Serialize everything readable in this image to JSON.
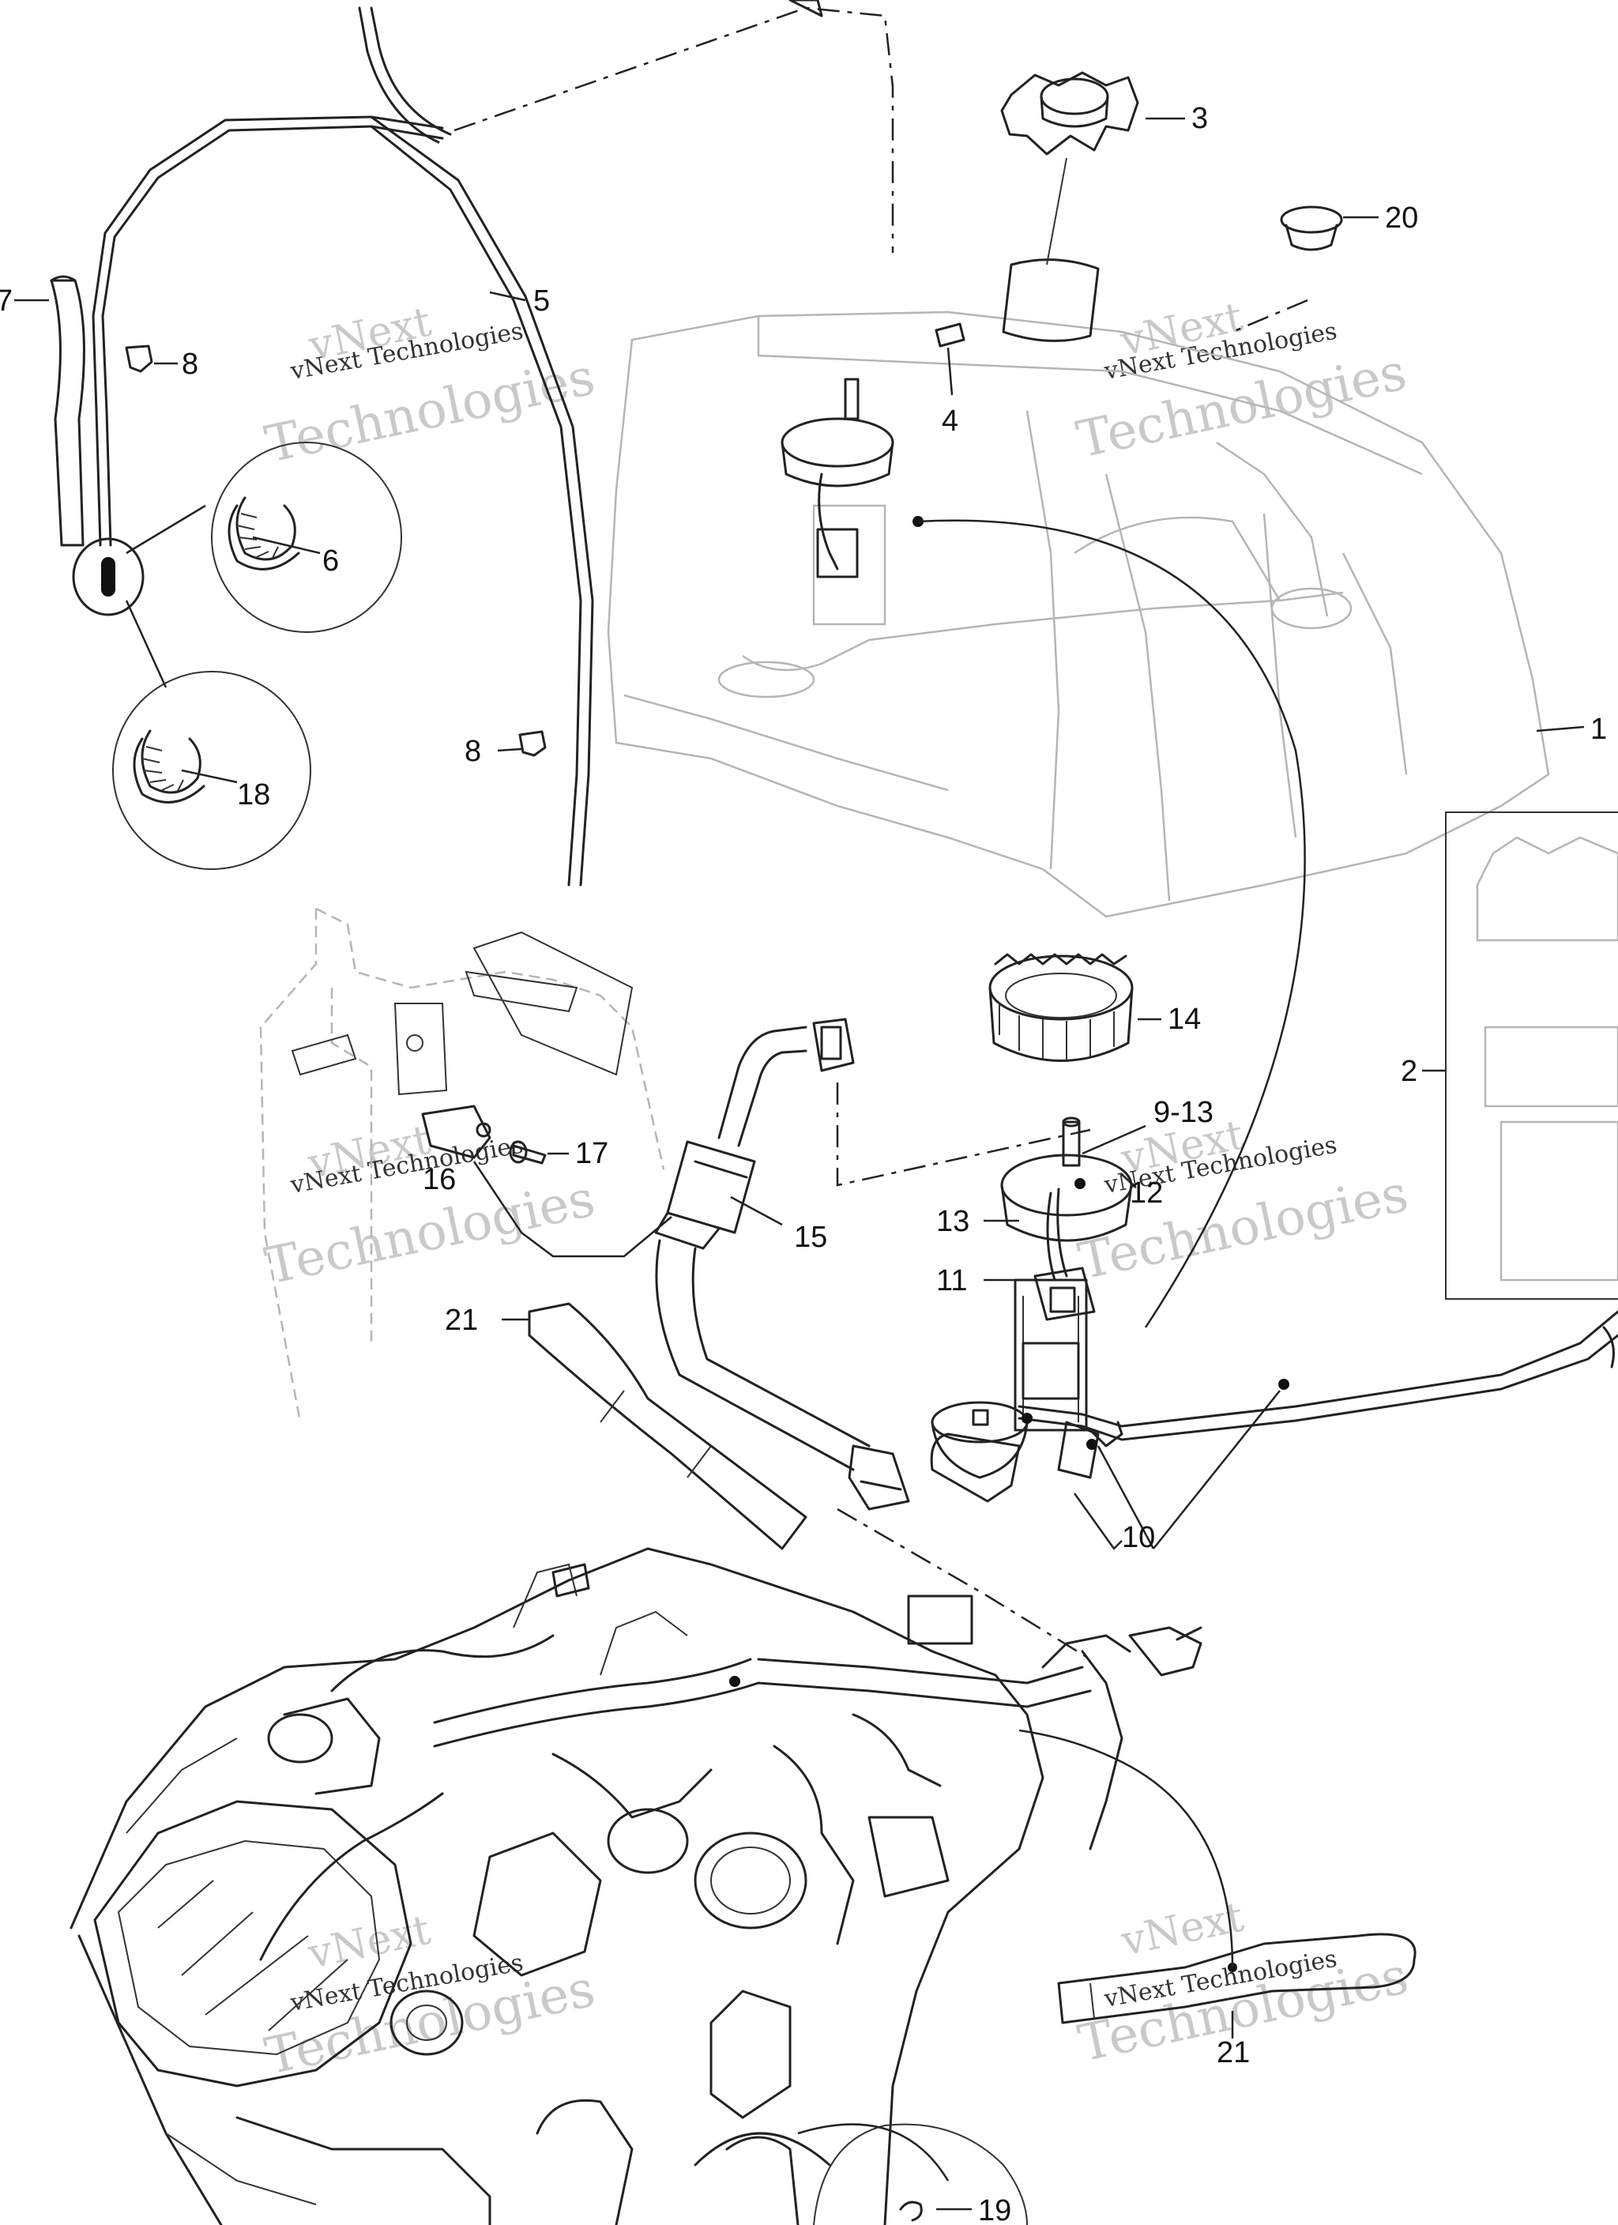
{
  "watermark": {
    "line1": "vNext Technologies",
    "big1": "vNext",
    "big2": "Technologies"
  },
  "callouts": {
    "c1": "1",
    "c2": "2",
    "c3": "3",
    "c4": "4",
    "c5": "5",
    "c6": "6",
    "c7": "7",
    "c8a": "8",
    "c8b": "8",
    "c9_13": "9-13",
    "c10": "10",
    "c11": "11",
    "c12": "12",
    "c13": "13",
    "c14": "14",
    "c15": "15",
    "c16": "16",
    "c17": "17",
    "c18": "18",
    "c19": "19",
    "c20": "20",
    "c21a": "21",
    "c21b": "21"
  }
}
